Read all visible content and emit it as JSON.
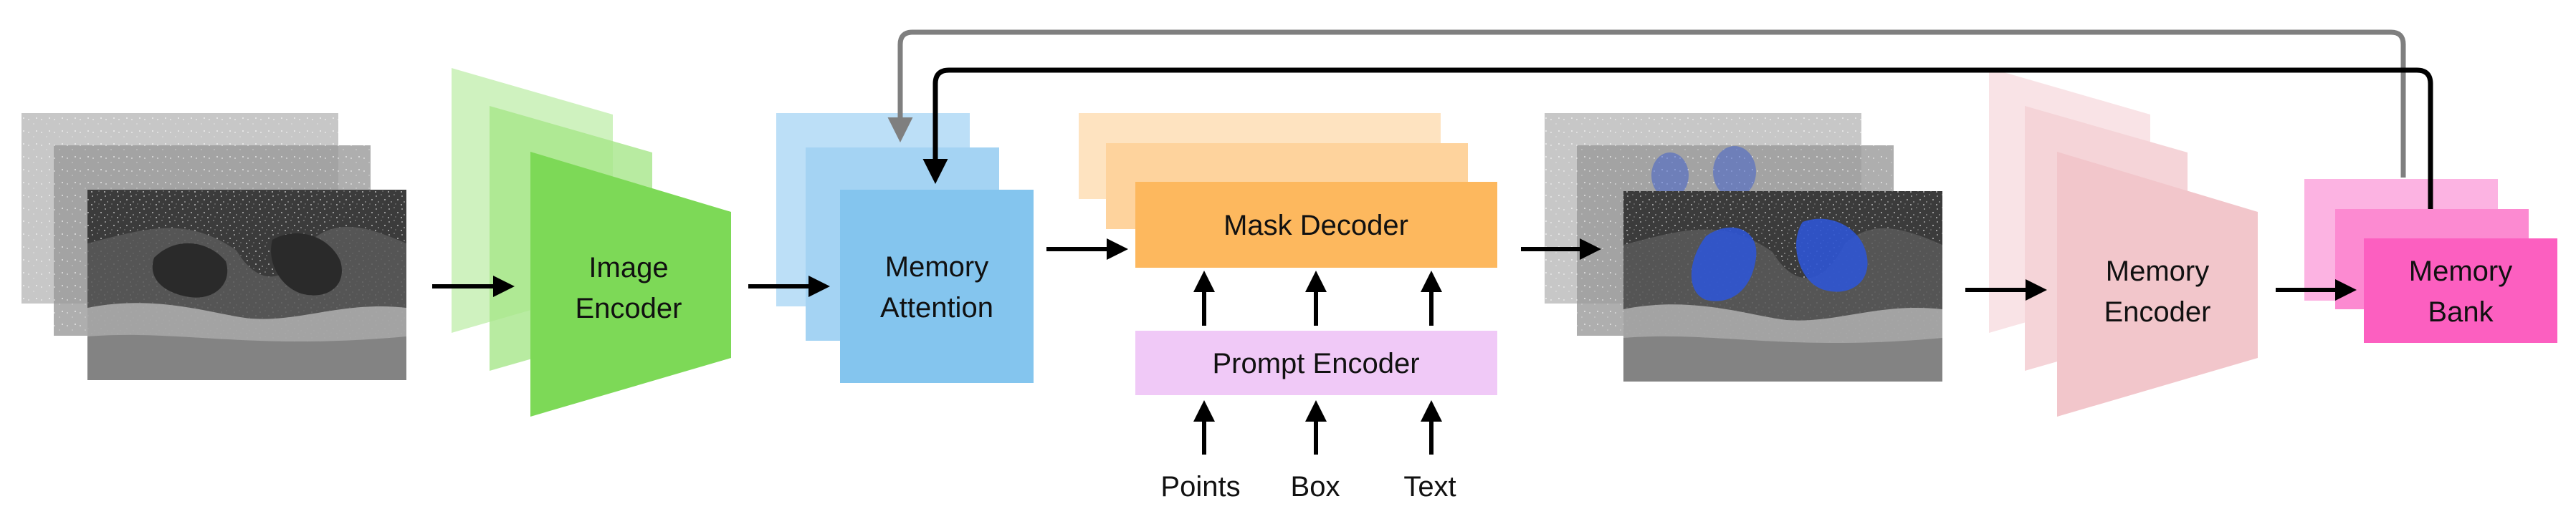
{
  "blocks": {
    "image_encoder": {
      "line1": "Image",
      "line2": "Encoder"
    },
    "memory_attention": {
      "line1": "Memory",
      "line2": "Attention"
    },
    "mask_decoder": {
      "label": "Mask Decoder"
    },
    "prompt_encoder": {
      "label": "Prompt Encoder"
    },
    "memory_encoder": {
      "line1": "Memory",
      "line2": "Encoder"
    },
    "memory_bank": {
      "line1": "Memory",
      "line2": "Bank"
    }
  },
  "prompts": [
    "Points",
    "Box",
    "Text"
  ],
  "colors": {
    "image_encoder": "#7dd957",
    "image_encoder_back": "#bfeeaa",
    "memory_attention": "#84c5ee",
    "memory_attention_back": "#bcdff7",
    "mask_decoder": "#fdb85e",
    "mask_decoder_back": "#fedcb0",
    "prompt_encoder": "#f0c9f7",
    "memory_encoder": "#f2c6cb",
    "memory_encoder_back": "#f9e3e6",
    "memory_bank": "#fc5fc0",
    "memory_bank_back": "#fcb3e2",
    "mask_overlay": "#2f55d4",
    "arrow": "#000000",
    "arrow_gray": "#7f7f7f"
  }
}
